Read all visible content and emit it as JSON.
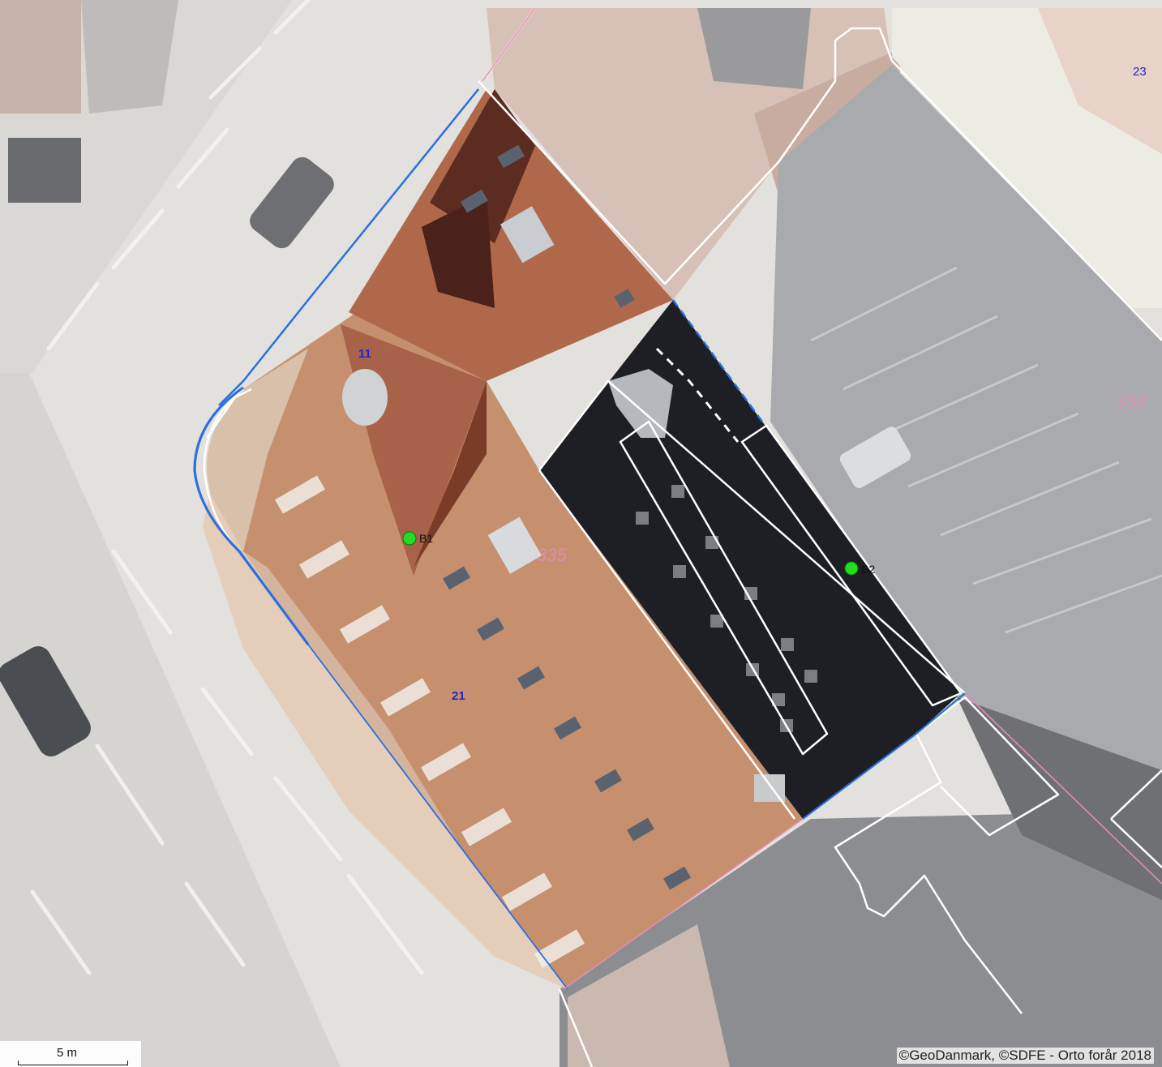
{
  "map": {
    "labels": {
      "house_11": "11",
      "house_21": "21",
      "house_23": "23",
      "parcel_335": "335",
      "parcel_333": "333"
    },
    "points": [
      {
        "label": "B1",
        "color": "#22dd22"
      },
      {
        "label": "B2",
        "color": "#22dd22"
      }
    ],
    "scale_label": "5 m",
    "attribution": "©GeoDanmark, ©SDFE - Orto forår 2018",
    "colors": {
      "road": "#dcdad6",
      "roof_main": "#c48a6c",
      "roof_dark": "#8a4a30",
      "shadow": "#1c1e22",
      "parcel_line": "#2b6fe0",
      "building_outline": "#ffffff",
      "pink_line": "#e58cb4",
      "point": "#22dd22"
    }
  }
}
